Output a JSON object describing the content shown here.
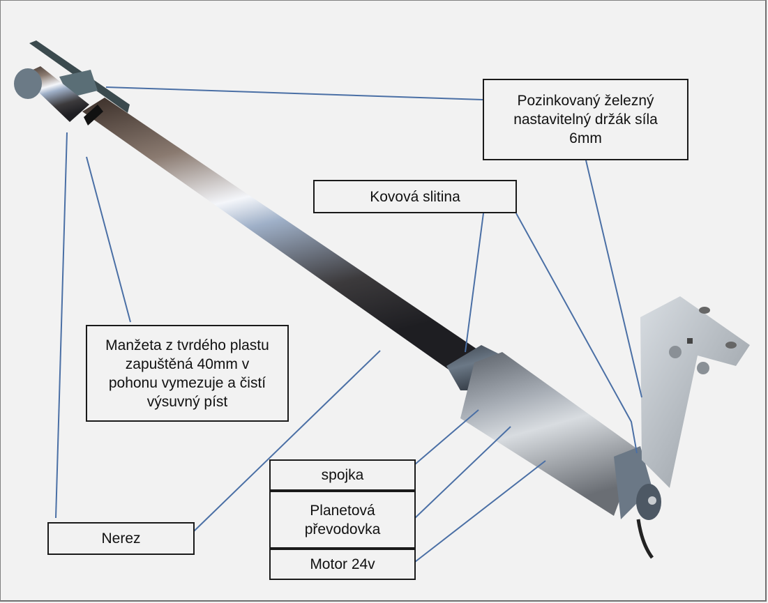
{
  "diagram": {
    "subject": "linear actuator",
    "colors": {
      "background": "#f2f2f2",
      "leader_line": "#4a6fa5",
      "label_border": "#1a1a1a"
    },
    "labels": {
      "bracket": "Pozinkovaný železný\nnastavitelný držák síla\n6mm",
      "alloy": "Kovová slitina",
      "sleeve": "Manžeta z tvrdého plastu\nzapuštěná 40mm v\npohonu vymezuje a čistí\nvýsuvný píst",
      "stainless": "Nerez",
      "clutch": "spojka",
      "gearbox": "Planetová\npřevodovka",
      "motor": "Motor 24v"
    }
  }
}
